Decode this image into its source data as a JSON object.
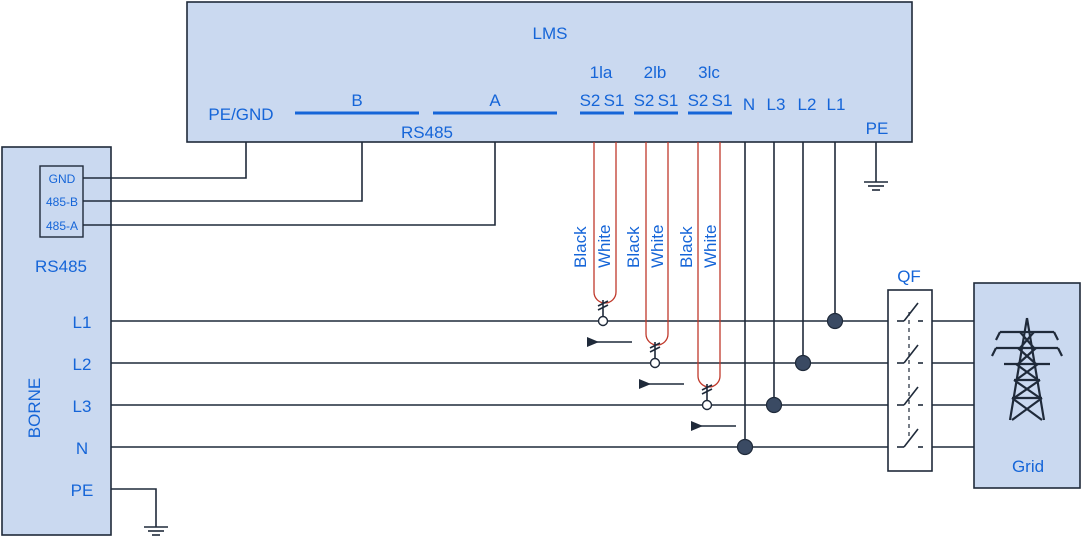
{
  "lms": {
    "title": "LMS",
    "pe_gnd": "PE/GND",
    "bus_b": "B",
    "bus_a": "A",
    "rs485": "RS485",
    "ct_channels": [
      {
        "name": "1la",
        "s2": "S2",
        "s1": "S1"
      },
      {
        "name": "2lb",
        "s2": "S2",
        "s1": "S1"
      },
      {
        "name": "3lc",
        "s2": "S2",
        "s1": "S1"
      }
    ],
    "terminals": [
      "N",
      "L3",
      "L2",
      "L1"
    ],
    "pe": "PE"
  },
  "borne": {
    "title": "BORNE",
    "rs485": "RS485",
    "comm_terminals": [
      "GND",
      "485-B",
      "485-A"
    ],
    "lines": [
      "L1",
      "L2",
      "L3",
      "N",
      "PE"
    ]
  },
  "ct_wires": {
    "black": "Black",
    "white": "White"
  },
  "breaker": {
    "label": "QF"
  },
  "grid": {
    "label": "Grid"
  },
  "colors": {
    "box_fill": "#cad9f0",
    "label": "#1565d8",
    "wire": "#1f2a3a",
    "ct_wire": "#c0392b"
  }
}
